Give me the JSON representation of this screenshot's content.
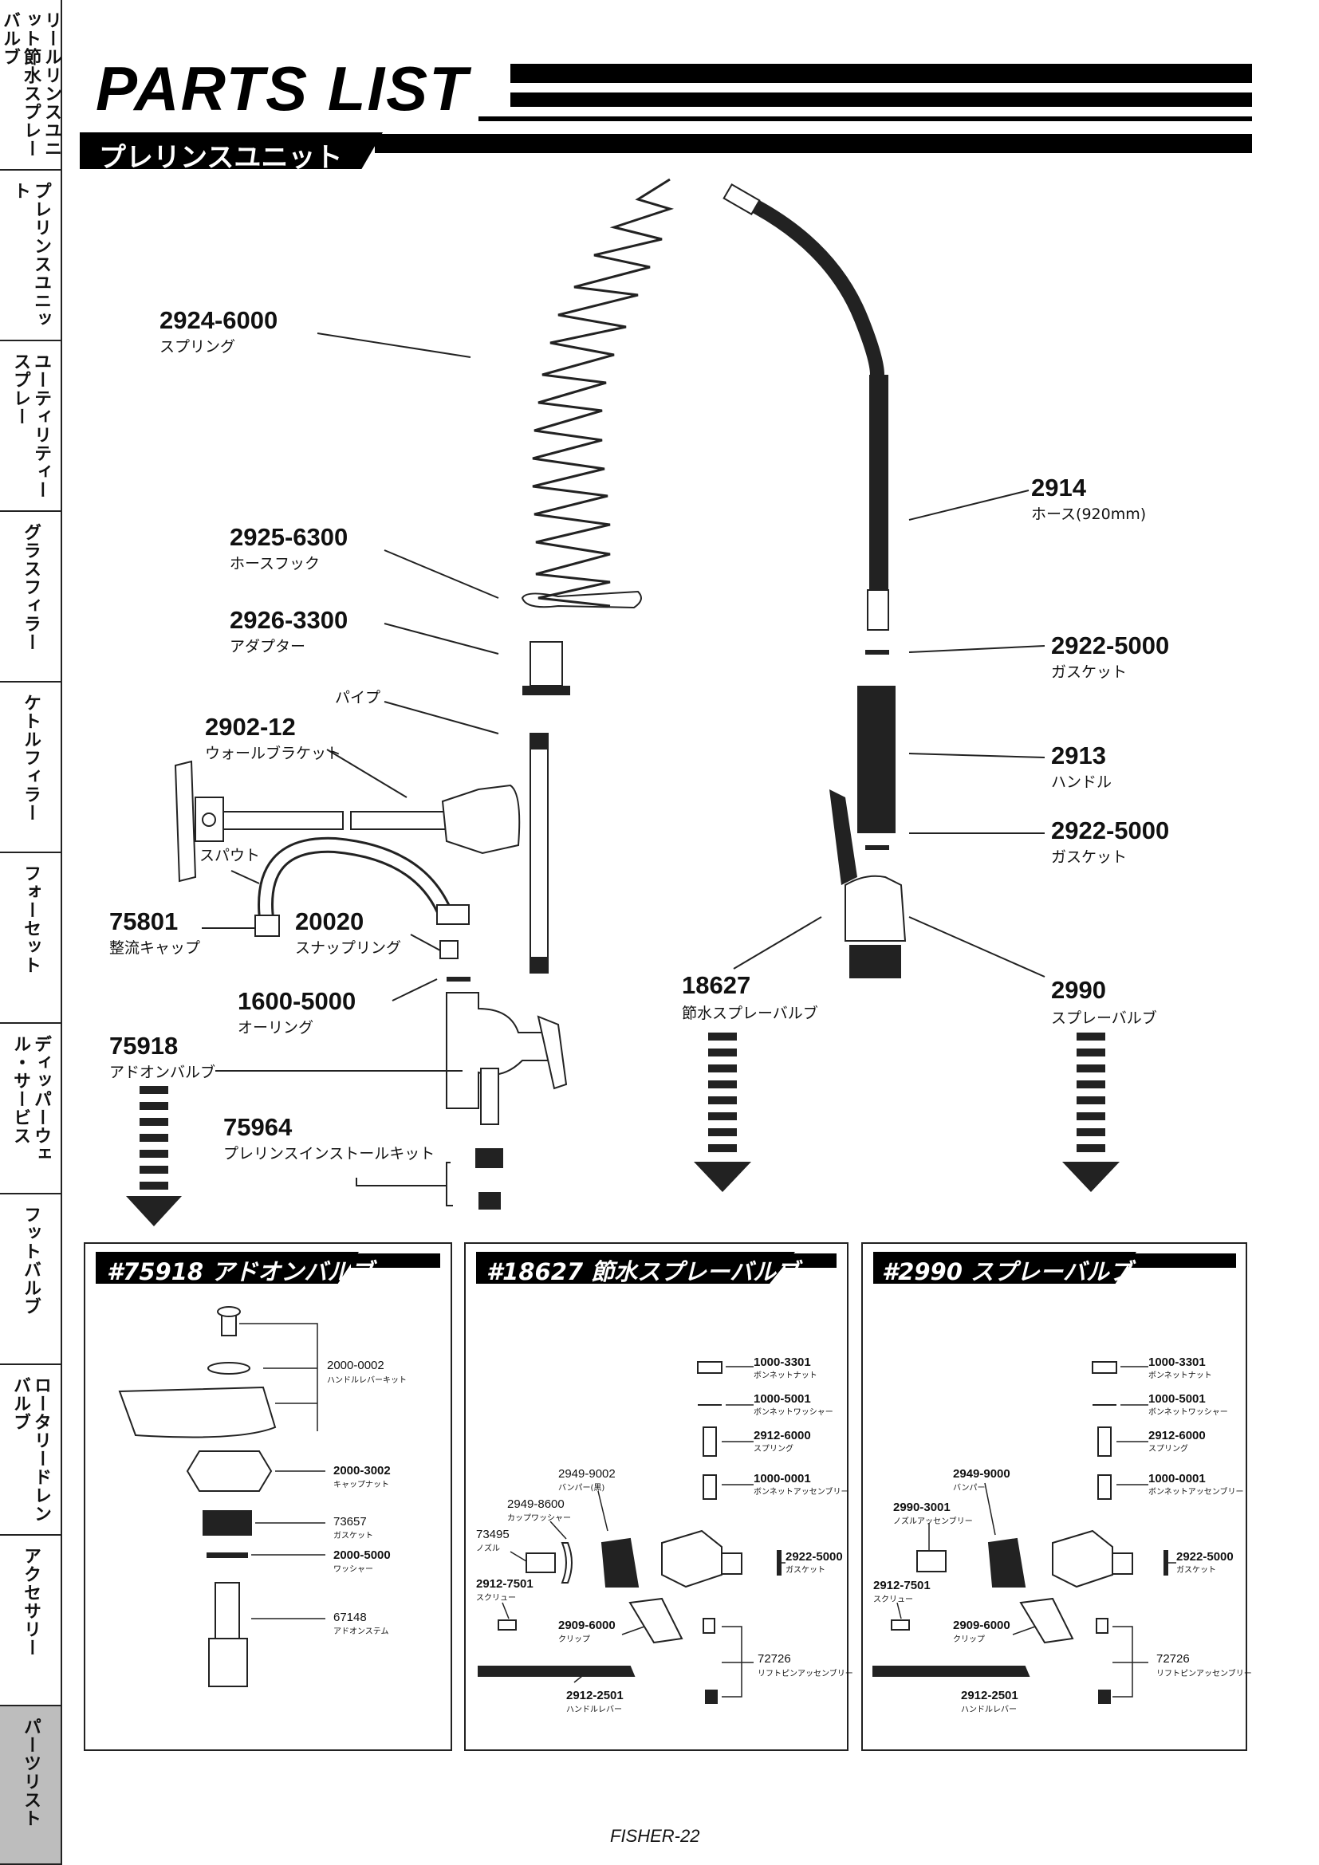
{
  "side_tabs": [
    {
      "label": "リールリンスユニット節水スプレーバルブ"
    },
    {
      "label": "プレリンスユニット"
    },
    {
      "label": "ユーティリティースプレー"
    },
    {
      "label": "グラスフィラー"
    },
    {
      "label": "ケトルフィラー"
    },
    {
      "label": "フォーセット"
    },
    {
      "label": "ディッパーウェル・サービス"
    },
    {
      "label": "フットバルブ"
    },
    {
      "label": "ロータリードレンバルブ"
    },
    {
      "label": "アクセサリー"
    },
    {
      "label": "パーツリスト"
    }
  ],
  "header": {
    "title": "PARTS LIST",
    "section": "プレリンスユニット"
  },
  "callouts": {
    "spring": {
      "number": "2924-6000",
      "desc": "スプリング"
    },
    "hose_hook": {
      "number": "2925-6300",
      "desc": "ホースフック"
    },
    "adapter": {
      "number": "2926-3300",
      "desc": "アダプター"
    },
    "pipe": {
      "desc": "パイプ"
    },
    "wall_bracket": {
      "number": "2902-12",
      "desc": "ウォールブラケット"
    },
    "spout": {
      "desc": "スパウト"
    },
    "aerator_cap": {
      "number": "75801",
      "desc": "整流キャップ"
    },
    "snap_ring": {
      "number": "20020",
      "desc": "スナップリング"
    },
    "o_ring": {
      "number": "1600-5000",
      "desc": "オーリング"
    },
    "addon_valve": {
      "number": "75918",
      "desc": "アドオンバルブ"
    },
    "install_kit": {
      "number": "75964",
      "desc": "プレリンスインストールキット"
    },
    "hose": {
      "number": "2914",
      "desc": "ホース(920mm)"
    },
    "gasket_top": {
      "number": "2922-5000",
      "desc": "ガスケット"
    },
    "handle": {
      "number": "2913",
      "desc": "ハンドル"
    },
    "gasket_bottom": {
      "number": "2922-5000",
      "desc": "ガスケット"
    },
    "water_saving_valve": {
      "number": "18627",
      "desc": "節水スプレーバルブ"
    },
    "spray_valve": {
      "number": "2990",
      "desc": "スプレーバルブ"
    }
  },
  "boxes": [
    {
      "title": "#75918 アドオンバルブ",
      "parts": [
        {
          "number": "2000-0002",
          "desc": "ハンドルレバーキット"
        },
        {
          "number": "2000-3002",
          "desc": "キャップナット"
        },
        {
          "number": "73657",
          "desc": "ガスケット"
        },
        {
          "number": "2000-5000",
          "desc": "ワッシャー"
        },
        {
          "number": "67148",
          "desc": "アドオンステム"
        }
      ]
    },
    {
      "title": "#18627 節水スプレーバルブ",
      "parts": [
        {
          "number": "1000-3301",
          "desc": "ボンネットナット"
        },
        {
          "number": "1000-5001",
          "desc": "ボンネットワッシャー"
        },
        {
          "number": "2912-6000",
          "desc": "スプリング"
        },
        {
          "number": "1000-0001",
          "desc": "ボンネットアッセンブリー"
        },
        {
          "number": "2949-9002",
          "desc": "バンパー(黒)"
        },
        {
          "number": "2949-8600",
          "desc": "カップワッシャー"
        },
        {
          "number": "73495",
          "desc": "ノズル"
        },
        {
          "number": "2922-5000",
          "desc": "ガスケット"
        },
        {
          "number": "2912-7501",
          "desc": "スクリュー"
        },
        {
          "number": "2909-6000",
          "desc": "クリップ"
        },
        {
          "number": "72726",
          "desc": "リフトピンアッセンブリー"
        },
        {
          "number": "2912-2501",
          "desc": "ハンドルレバー"
        }
      ]
    },
    {
      "title": "#2990 スプレーバルブ",
      "parts": [
        {
          "number": "1000-3301",
          "desc": "ボンネットナット"
        },
        {
          "number": "1000-5001",
          "desc": "ボンネットワッシャー"
        },
        {
          "number": "2912-6000",
          "desc": "スプリング"
        },
        {
          "number": "1000-0001",
          "desc": "ボンネットアッセンブリー"
        },
        {
          "number": "2949-9000",
          "desc": "バンパー"
        },
        {
          "number": "2990-3001",
          "desc": "ノズルアッセンブリー"
        },
        {
          "number": "2922-5000",
          "desc": "ガスケット"
        },
        {
          "number": "2912-7501",
          "desc": "スクリュー"
        },
        {
          "number": "2909-6000",
          "desc": "クリップ"
        },
        {
          "number": "72726",
          "desc": "リフトピンアッセンブリー"
        },
        {
          "number": "2912-2501",
          "desc": "ハンドルレバー"
        }
      ]
    }
  ],
  "footer": {
    "page": "FISHER-22"
  }
}
